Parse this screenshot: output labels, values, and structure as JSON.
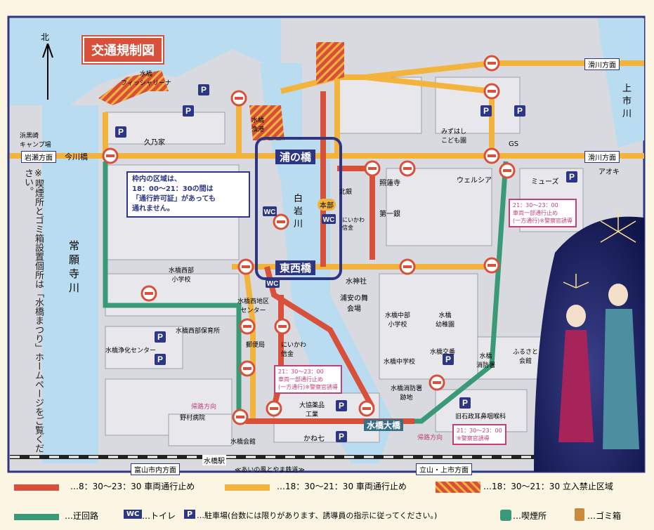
{
  "title": "交通規制図",
  "north_label": "北",
  "colors": {
    "red_route": "#d9503a",
    "yellow_route": "#f2b43c",
    "detour": "#3a9a78",
    "river": "#b9dcf0",
    "block": "#e6e6ea",
    "frame": "#2d3585",
    "note_pink": "#c0407a",
    "parking_blue": "#2d3585"
  },
  "labels": {
    "suibashi_fisherina": "水橋\nフィッシャリーナ",
    "suibashi_port": "水橋\n漁港",
    "hamakurosaki_camp": "浜黒崎\nキャンプ場",
    "kunoya": "久乃家",
    "imagawa_bridge": "今川橋",
    "uranohashi": "浦の橋",
    "touzaibashi": "東西橋",
    "shiraiwa_river": "白\n岩\n川",
    "joganji_river": "常\n願\n寺\n川",
    "kamiichi_river": "上\n市\n川",
    "honbu": "本部",
    "nishi_bank": "北銀",
    "shorenji": "照蓮寺",
    "daiichi_bank": "第一銀",
    "niikawa_shinkin1": "にいかわ\n信金",
    "mizuhashi_kodomoen": "みずはし\nこども園",
    "gs": "GS",
    "welcia": "ウェルシア",
    "muse": "ミューズ",
    "aoki": "アオキ",
    "suijinja": "水神社",
    "urayasu_hall": "浦安の舞\n会場",
    "west_elem": "水橋西部\n小学校",
    "west_center": "水橋西地区\nセンター",
    "west_nursery": "水橋西部保育所",
    "purification": "水橋浄化センター",
    "post_office": "郵便局",
    "niikawa_shinkin2": "にいかわ\n信金",
    "central_elem": "水橋中部\n小学校",
    "kindergarten": "水橋\n幼稚園",
    "police_box": "水橋交番",
    "fire_station": "水橋\n消防署",
    "hall": "ふるさと\n会館",
    "middle_school": "水橋中学校",
    "fire_ruins": "水橋消防署\n跡地",
    "nomura_hospital": "野村病院",
    "mizuhashi_hall": "水橋会館",
    "daikyo": "大協薬品\n工業",
    "kanehichi": "かね七",
    "ent_clinic": "旧石政耳鼻咽喉科",
    "mizuhashi_ohashi": "水橋大橋",
    "mizuhashi_station": "水橋駅",
    "railway": "≪あいの風とやま鉄道≫",
    "return_dir1": "帰路方向",
    "return_dir2": "帰路方向"
  },
  "directions": {
    "namerikawa_top": "滑川方面",
    "namerikawa_mid": "滑川方面",
    "iwase": "岩瀬方面",
    "toyama": "富山市内方面",
    "tateyama": "立山・上市方面"
  },
  "notes": {
    "zone_notice": "枠内の区域は、\n18：00～21：30の間は\n「通行許可証」があっても\n通れません。",
    "pink1": "21：30～23：00\n車両一部通行止め\n(一方通行)※警察官誘導",
    "pink2": "21：30～23：00\n車両一部通行止め\n(一方通行)※警察官誘導",
    "pink3": "21：30～23：00\n※警察官誘導",
    "side_note": "※喫煙所とゴミ箱設置個所は「水橋まつり」ホームページをご覧ください。"
  },
  "legend": {
    "red": "…8：30～23：30 車両通行止め",
    "yellow": "…18：30～21：30 車両通行止め",
    "hatch": "…18：30～21：30 立入禁止区域",
    "detour": "…迂回路",
    "wc": "…トイレ",
    "parking": "…駐車場(台数には限りがあります、誘導員の指示に従ってください。)",
    "smoking": "…喫煙所",
    "trash": "…ゴミ箱"
  }
}
